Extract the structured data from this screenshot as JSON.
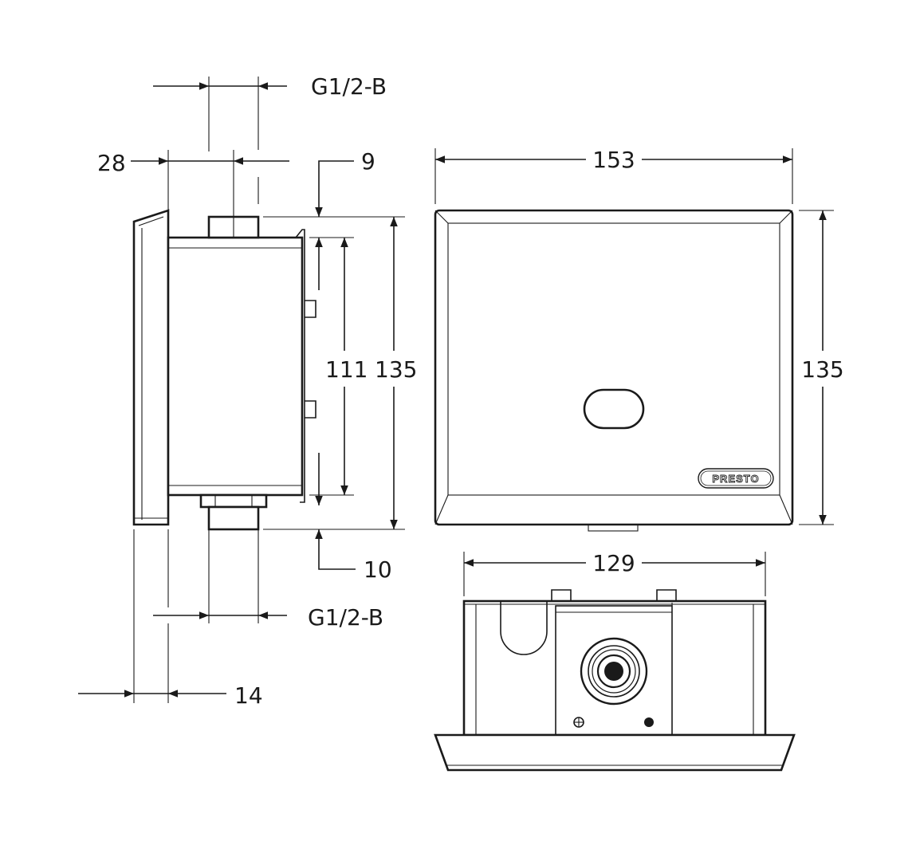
{
  "side_view": {
    "dim_top_thread": "G1/2-B",
    "dim_28": "28",
    "dim_9": "9",
    "dim_111": "111",
    "dim_135": "135",
    "dim_10": "10",
    "dim_bottom_thread": "G1/2-B",
    "dim_14": "14"
  },
  "front_view": {
    "dim_width": "153",
    "dim_height": "135",
    "logo": "PRESTO"
  },
  "box_view": {
    "dim_width": "129"
  }
}
